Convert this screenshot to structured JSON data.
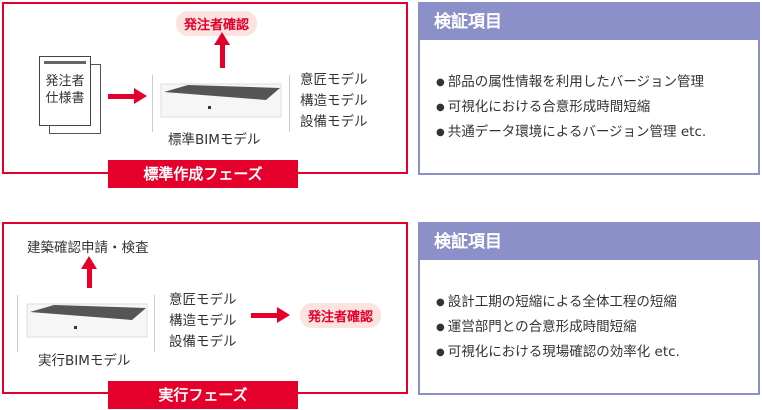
{
  "phase1": {
    "label": "標準作成フェーズ",
    "confirm": "発注者確認",
    "doc_label_1": "発注者",
    "doc_label_2": "仕様書",
    "model_caption": "標準BIMモデル",
    "models": [
      "意匠モデル",
      "構造モデル",
      "設備モデル"
    ]
  },
  "phase2": {
    "label": "実行フェーズ",
    "application": "建築確認申請・検査",
    "confirm": "発注者確認",
    "model_caption": "実行BIMモデル",
    "models": [
      "意匠モデル",
      "構造モデル",
      "設備モデル"
    ]
  },
  "panel1": {
    "title": "検証項目",
    "items": [
      "部品の属性情報を利用したバージョン管理",
      "可視化における合意形成時間短縮",
      "共通データ環境によるバージョン管理  etc."
    ]
  },
  "panel2": {
    "title": "検証項目",
    "items": [
      "設計工期の短縮による全体工程の短縮",
      "運営部門との合意形成時間短縮",
      "可視化における現場確認の効率化  etc."
    ]
  },
  "colors": {
    "accent": "#e4002b",
    "panel": "#8c90c8"
  }
}
